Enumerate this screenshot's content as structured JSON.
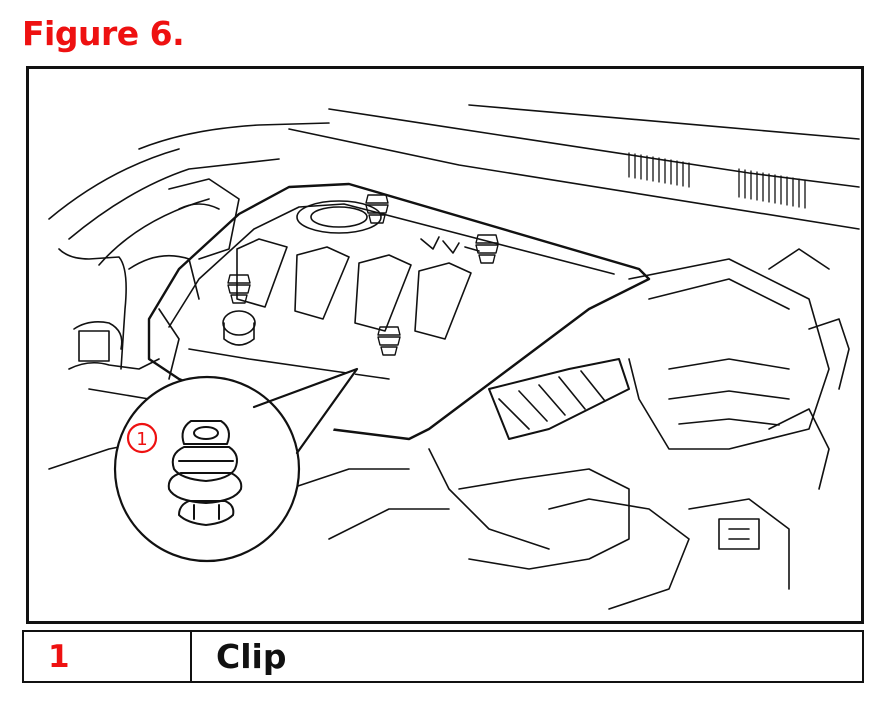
{
  "figure": {
    "title": "Figure 6."
  },
  "callout": {
    "number": "1"
  },
  "legend": [
    {
      "number": "1",
      "label": "Clip"
    }
  ],
  "colors": {
    "accent": "#ee1111",
    "line": "#111111"
  }
}
